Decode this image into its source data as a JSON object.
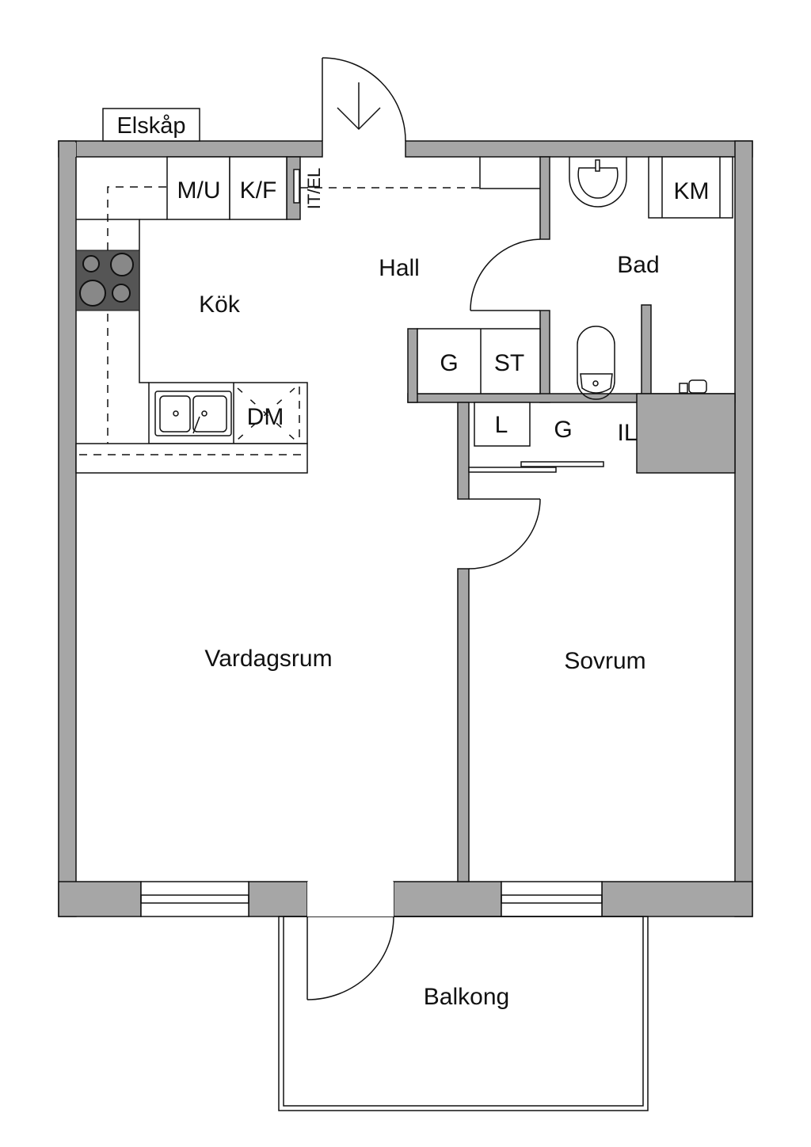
{
  "colors": {
    "wall": "#a6a6a6",
    "stove": "#555555",
    "line": "#111111"
  },
  "labels": {
    "elskap": "Elskåp",
    "mu": "M/U",
    "kf": "K/F",
    "itel": "IT/EL",
    "hall": "Hall",
    "kok": "Kök",
    "bad": "Bad",
    "km": "KM",
    "g1": "G",
    "st": "ST",
    "l": "L",
    "g2": "G",
    "il": "IL",
    "dm": "DM",
    "vardagsrum": "Vardagsrum",
    "sovrum": "Sovrum",
    "balkong": "Balkong"
  }
}
